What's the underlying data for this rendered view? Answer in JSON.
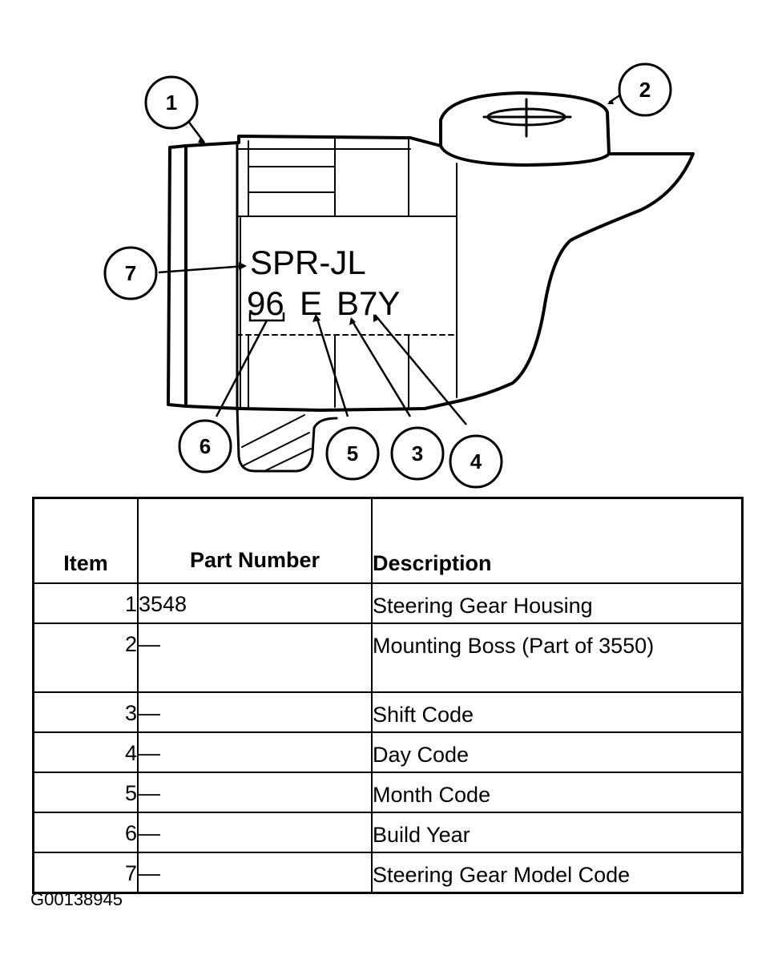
{
  "diagram": {
    "housing_code_line1": "SPR-JL",
    "housing_code_year": "96",
    "housing_code_month": "E",
    "housing_code_rest": "B7Y",
    "callouts": [
      "1",
      "2",
      "3",
      "4",
      "5",
      "6",
      "7"
    ]
  },
  "table": {
    "headers": {
      "item": "Item",
      "part_number": "Part Number",
      "description": "Description"
    },
    "rows": [
      {
        "item": "1",
        "part_number": "3548",
        "description": "Steering Gear Housing"
      },
      {
        "item": "2",
        "part_number": "—",
        "description": "Mounting Boss (Part of 3550)"
      },
      {
        "item": "3",
        "part_number": "—",
        "description": "Shift Code"
      },
      {
        "item": "4",
        "part_number": "—",
        "description": "Day Code"
      },
      {
        "item": "5",
        "part_number": "—",
        "description": "Month Code"
      },
      {
        "item": "6",
        "part_number": "—",
        "description": "Build Year"
      },
      {
        "item": "7",
        "part_number": "—",
        "description": "Steering Gear Model Code"
      }
    ]
  },
  "figure_id": "G00138945"
}
